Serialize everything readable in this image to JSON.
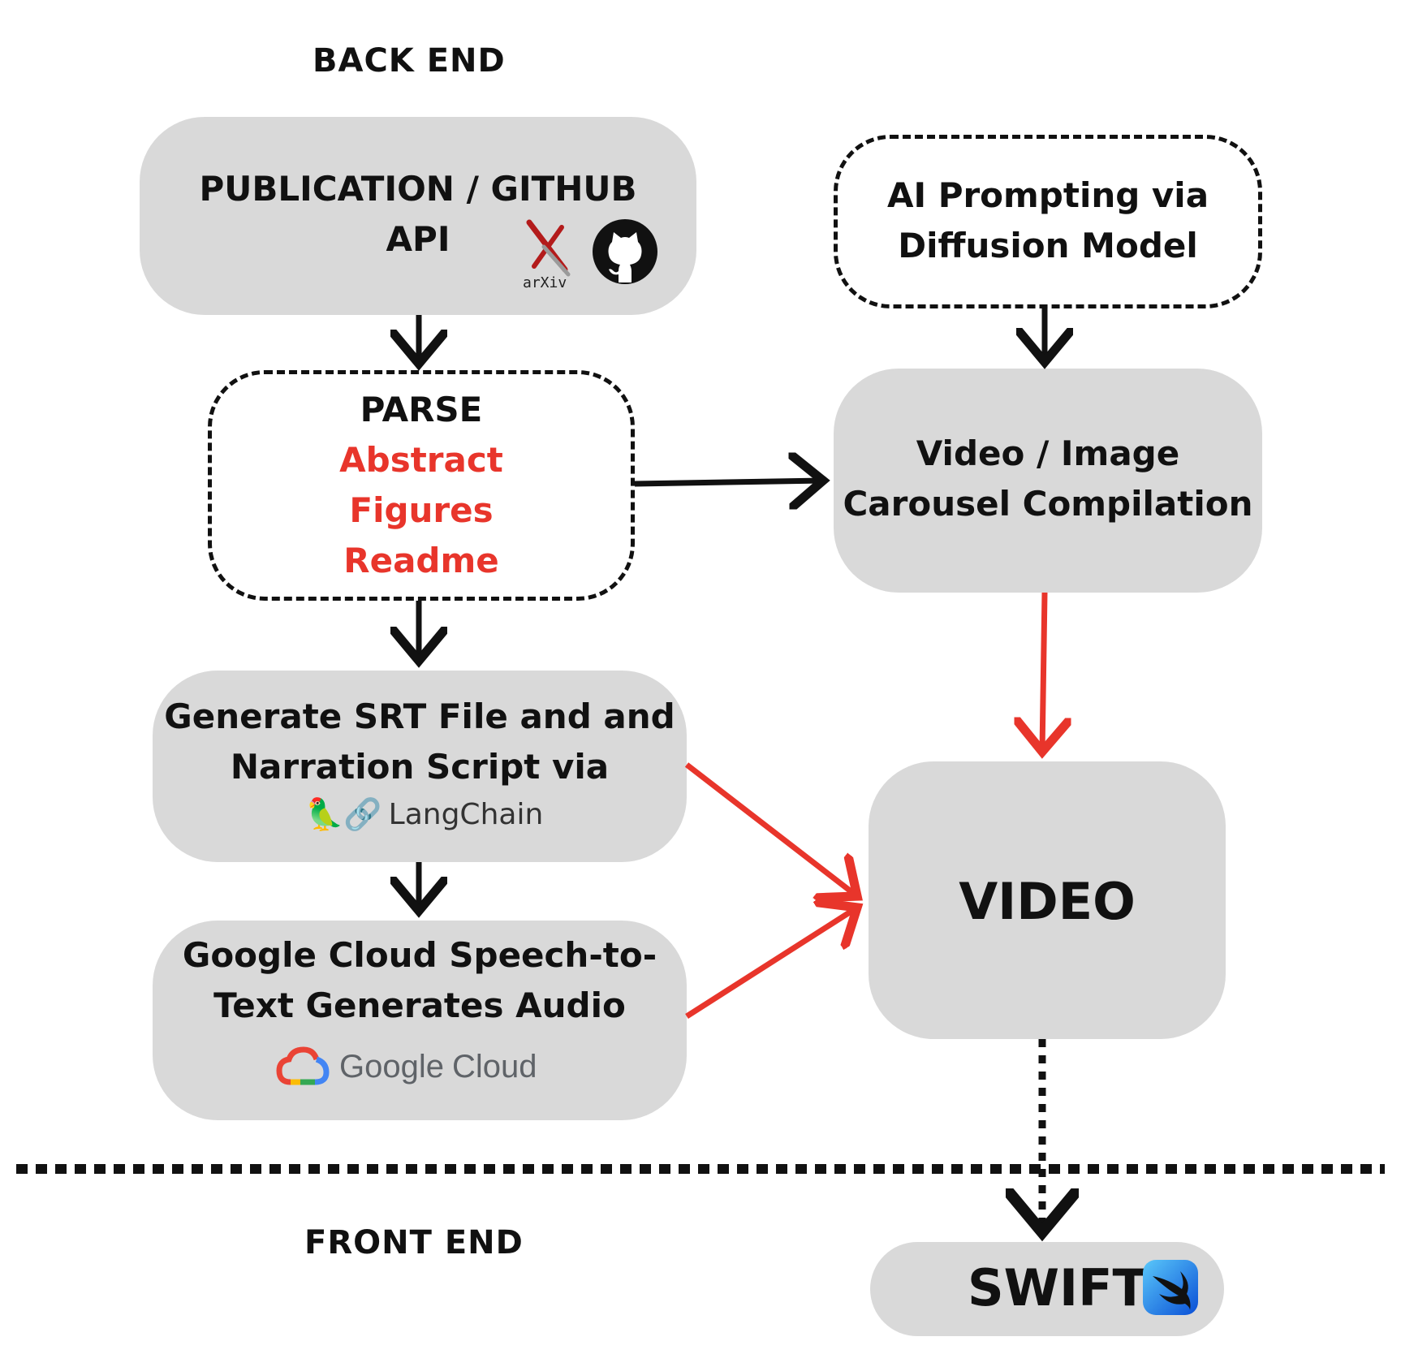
{
  "sections": {
    "backend": "BACK END",
    "frontend": "FRONT END"
  },
  "nodes": {
    "source": {
      "line1": "PUBLICATION / GITHUB",
      "line2": "API",
      "arxiv_label": "arXiv"
    },
    "parse": {
      "title": "PARSE",
      "items": [
        "Abstract",
        "Figures",
        "Readme"
      ]
    },
    "ai": {
      "line1": "AI Prompting via",
      "line2": "Diffusion Model"
    },
    "compile": {
      "line1": "Video / Image",
      "line2": "Carousel Compilation"
    },
    "srt": {
      "line1": "Generate SRT File and and",
      "line2": "Narration Script via",
      "logo_text": "LangChain",
      "logo_emoji": "🦜🔗"
    },
    "tts": {
      "line1": "Google Cloud Speech-to-",
      "line2": "Text Generates Audio",
      "logo_google": "Google",
      "logo_cloud": "Cloud"
    },
    "video": {
      "label": "VIDEO"
    },
    "swift": {
      "label": "SWIFT"
    }
  },
  "colors": {
    "box": "#d9d9d9",
    "arrow_black": "#111111",
    "arrow_red": "#e8352b",
    "highlight_text": "#e8352b"
  },
  "icons": [
    "arxiv-logo-icon",
    "github-icon",
    "langchain-icon",
    "google-cloud-icon",
    "swift-icon"
  ]
}
